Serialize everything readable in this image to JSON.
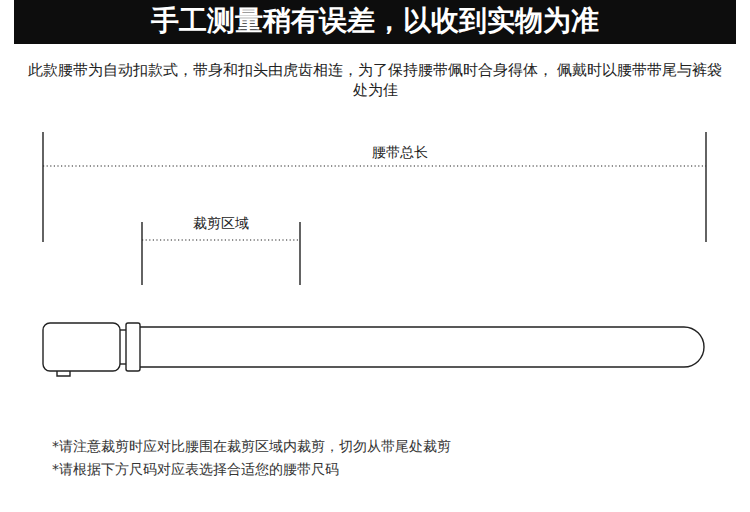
{
  "diagram": {
    "title": "手工测量稍有误差，以收到实物为准",
    "labels": [
      "此款腰带为自动扣款式，带身和扣头由虎齿相连，为了保持腰带佩时合身得体， 佩戴时以腰带带尾与裤袋处为佳",
      "腰带总长",
      "裁剪区域",
      "*请注意裁剪时应对比腰围在裁剪区域内裁剪，切勿从带尾处裁剪",
      "*请根据下方尺码对应表选择合适您的腰带尺码"
    ]
  }
}
